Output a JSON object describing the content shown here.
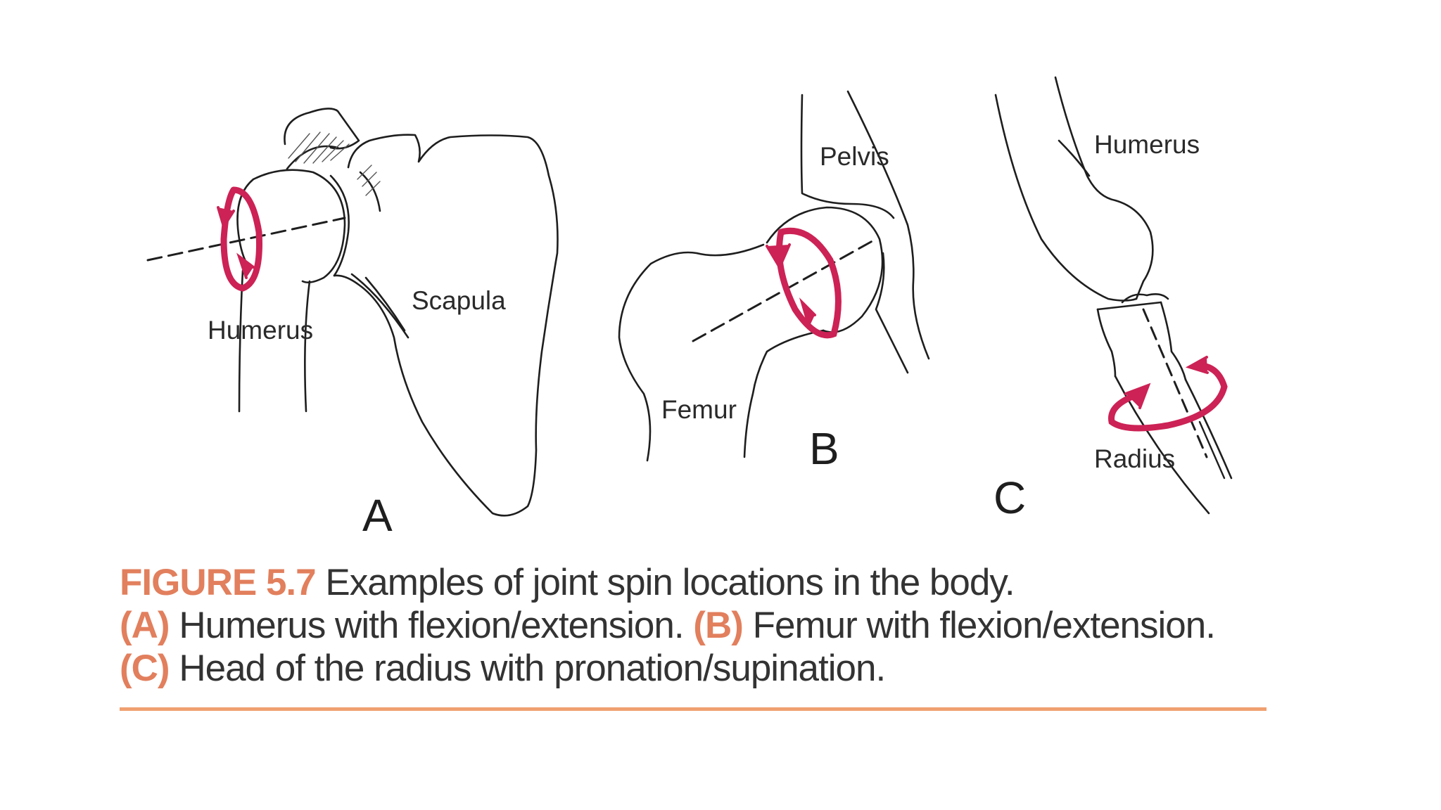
{
  "figure": {
    "panels": [
      {
        "letter": "A",
        "labels": [
          "Humerus",
          "Scapula"
        ]
      },
      {
        "letter": "B",
        "labels": [
          "Pelvis",
          "Femur"
        ]
      },
      {
        "letter": "C",
        "labels": [
          "Humerus",
          "Radius"
        ]
      }
    ],
    "arrow_color": "#cc2255"
  },
  "caption": {
    "figure_number": "FIGURE 5.7",
    "title": "Examples of joint spin locations in the body.",
    "parts": [
      {
        "tag": "(A)",
        "text": "Humerus with flexion/extension."
      },
      {
        "tag": "(B)",
        "text": "Femur with flexion/extension."
      },
      {
        "tag": "(C)",
        "text": "Head of the radius with pronation/supination."
      }
    ]
  }
}
